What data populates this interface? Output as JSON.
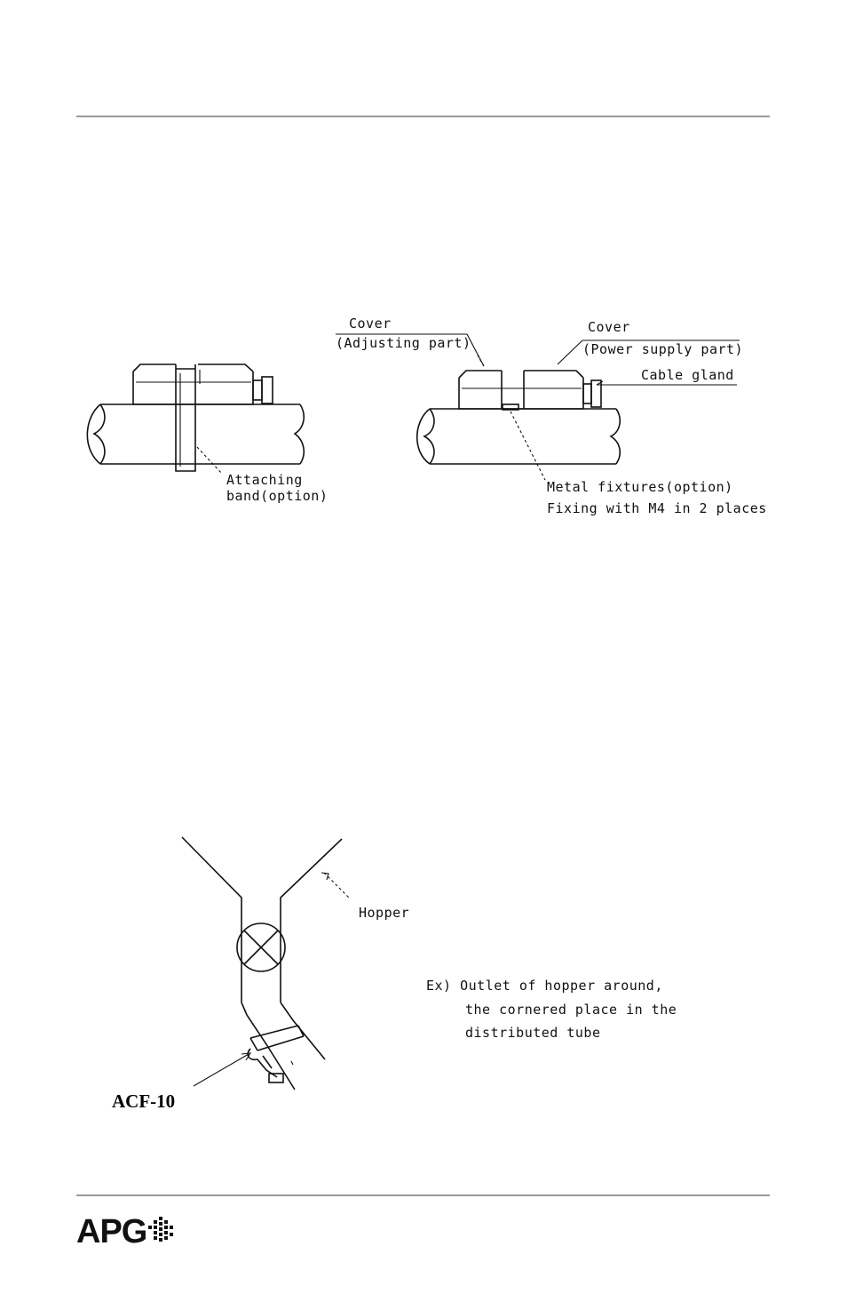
{
  "figure_top": {
    "left_label": {
      "line1": "Attaching",
      "line2": "band(option)"
    },
    "cover_adjusting": {
      "line1": "Cover",
      "line2": "(Adjusting part)"
    },
    "cover_power": {
      "line1": "Cover",
      "line2": "(Power supply part)"
    },
    "cable_gland": "Cable gland",
    "metal_fixtures": {
      "line1": "Metal fixtures(option)",
      "line2": "Fixing with M4 in 2 places"
    }
  },
  "figure_bottom": {
    "hopper_label": "Hopper",
    "example": {
      "line1": "Ex) Outlet of hopper around,",
      "line2": "the cornered place in the",
      "line3": "distributed tube"
    },
    "model": "ACF-10"
  },
  "footer": {
    "logo_text": "APG"
  }
}
